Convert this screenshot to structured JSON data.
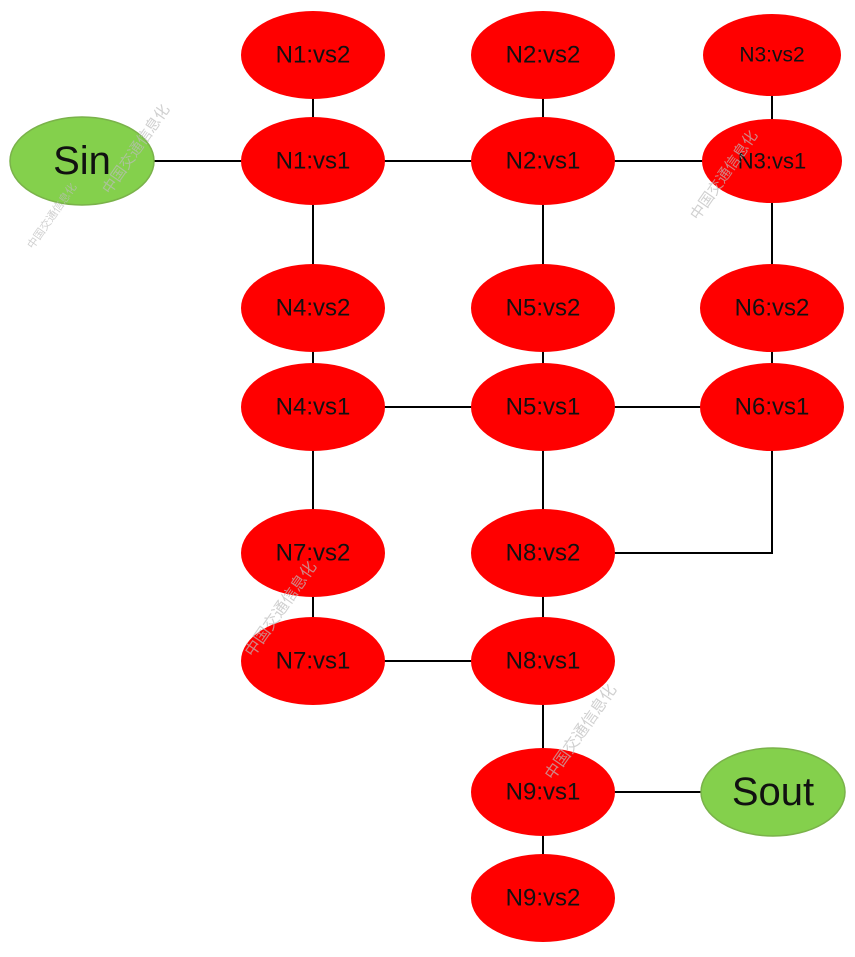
{
  "colors": {
    "node_fill": "#ff0000",
    "terminal_fill": "#84d04c",
    "terminal_stroke": "#7ab24a",
    "edge": "#000000",
    "text": "#111111",
    "watermark": "#bcbcbc"
  },
  "watermark_text": "中国交通信息化",
  "nodes": [
    {
      "id": "sin",
      "label": "Sin",
      "kind": "terminal"
    },
    {
      "id": "sout",
      "label": "Sout",
      "kind": "terminal"
    },
    {
      "id": "n1vs2",
      "label": "N1:vs2",
      "kind": "state"
    },
    {
      "id": "n2vs2",
      "label": "N2:vs2",
      "kind": "state"
    },
    {
      "id": "n3vs2",
      "label": "N3:vs2",
      "kind": "state"
    },
    {
      "id": "n1vs1",
      "label": "N1:vs1",
      "kind": "state"
    },
    {
      "id": "n2vs1",
      "label": "N2:vs1",
      "kind": "state"
    },
    {
      "id": "n3vs1",
      "label": "N3:vs1",
      "kind": "state"
    },
    {
      "id": "n4vs2",
      "label": "N4:vs2",
      "kind": "state"
    },
    {
      "id": "n5vs2",
      "label": "N5:vs2",
      "kind": "state"
    },
    {
      "id": "n6vs2",
      "label": "N6:vs2",
      "kind": "state"
    },
    {
      "id": "n4vs1",
      "label": "N4:vs1",
      "kind": "state"
    },
    {
      "id": "n5vs1",
      "label": "N5:vs1",
      "kind": "state"
    },
    {
      "id": "n6vs1",
      "label": "N6:vs1",
      "kind": "state"
    },
    {
      "id": "n7vs2",
      "label": "N7:vs2",
      "kind": "state"
    },
    {
      "id": "n8vs2",
      "label": "N8:vs2",
      "kind": "state"
    },
    {
      "id": "n7vs1",
      "label": "N7:vs1",
      "kind": "state"
    },
    {
      "id": "n8vs1",
      "label": "N8:vs1",
      "kind": "state"
    },
    {
      "id": "n9vs1",
      "label": "N9:vs1",
      "kind": "state"
    },
    {
      "id": "n9vs2",
      "label": "N9:vs2",
      "kind": "state"
    }
  ],
  "edges": [
    {
      "from": "n1vs2",
      "to": "n1vs1"
    },
    {
      "from": "n2vs2",
      "to": "n2vs1"
    },
    {
      "from": "n3vs2",
      "to": "n3vs1"
    },
    {
      "from": "sin",
      "to": "n1vs1"
    },
    {
      "from": "n1vs1",
      "to": "n2vs1"
    },
    {
      "from": "n2vs1",
      "to": "n3vs1"
    },
    {
      "from": "n1vs1",
      "to": "n4vs2"
    },
    {
      "from": "n2vs1",
      "to": "n5vs2"
    },
    {
      "from": "n3vs1",
      "to": "n6vs2"
    },
    {
      "from": "n4vs2",
      "to": "n4vs1"
    },
    {
      "from": "n5vs2",
      "to": "n5vs1"
    },
    {
      "from": "n6vs2",
      "to": "n6vs1"
    },
    {
      "from": "n4vs1",
      "to": "n5vs1"
    },
    {
      "from": "n5vs1",
      "to": "n6vs1"
    },
    {
      "from": "n4vs1",
      "to": "n7vs2"
    },
    {
      "from": "n5vs1",
      "to": "n8vs2"
    },
    {
      "from": "n6vs1",
      "to": "n8vs2"
    },
    {
      "from": "n7vs2",
      "to": "n7vs1"
    },
    {
      "from": "n8vs2",
      "to": "n8vs1"
    },
    {
      "from": "n7vs1",
      "to": "n8vs1"
    },
    {
      "from": "n8vs1",
      "to": "n9vs1"
    },
    {
      "from": "n9vs1",
      "to": "sout"
    },
    {
      "from": "n9vs1",
      "to": "n9vs2"
    }
  ]
}
